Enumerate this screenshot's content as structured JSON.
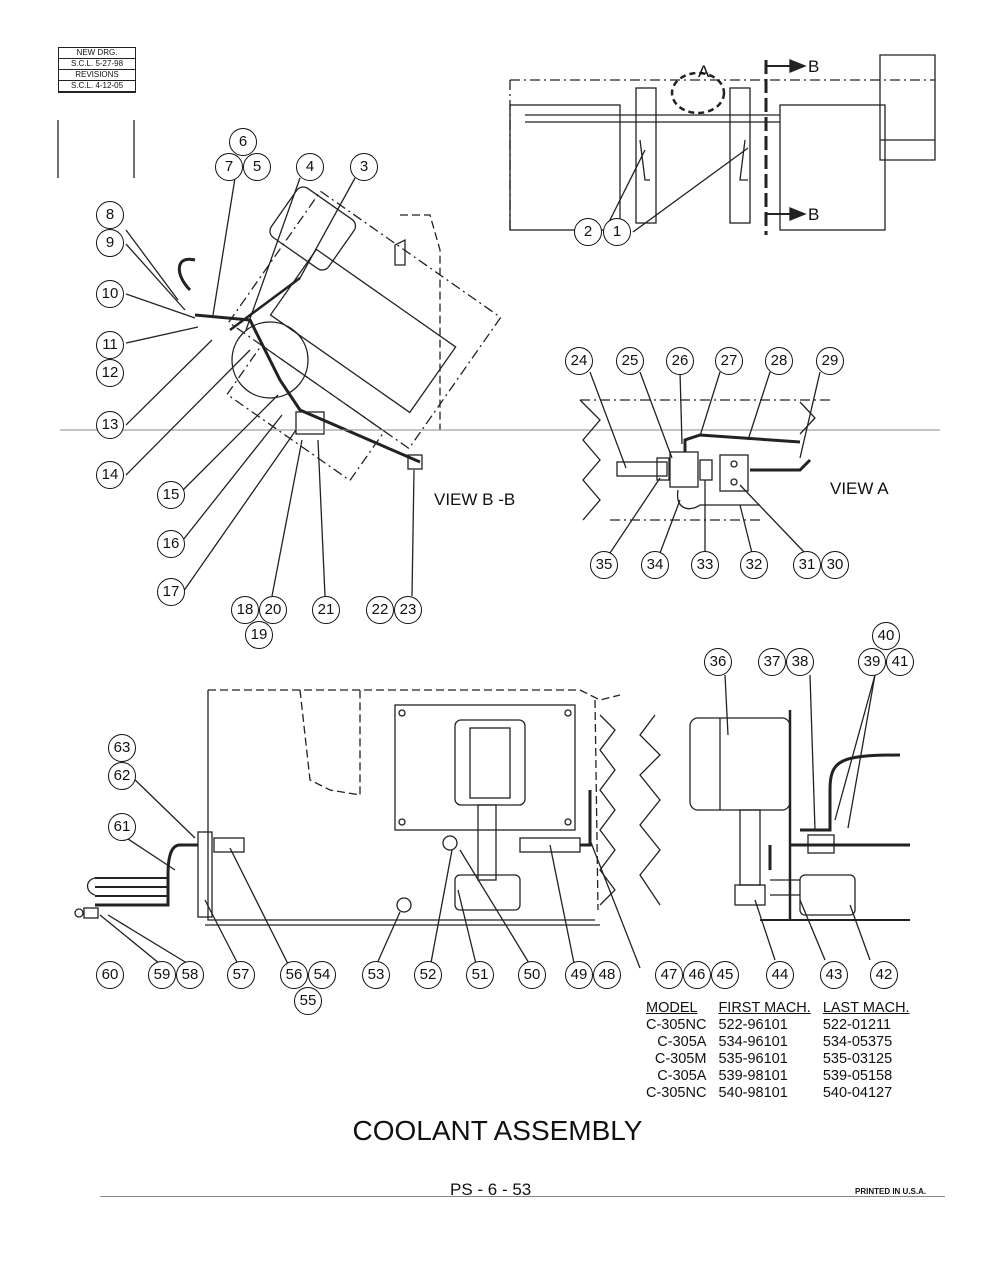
{
  "revision_block": {
    "rows": [
      "NEW DRG.",
      "S.C.L. 5-27-98",
      "REVISIONS",
      "S.C.L. 4-12-05"
    ]
  },
  "view_labels": {
    "section_a": "A",
    "section_b_top": "B",
    "section_b_bottom": "B",
    "view_bb": "VIEW B -B",
    "view_a": "VIEW A"
  },
  "callouts": [
    "1",
    "2",
    "3",
    "4",
    "5",
    "6",
    "7",
    "8",
    "9",
    "10",
    "11",
    "12",
    "13",
    "14",
    "15",
    "16",
    "17",
    "18",
    "19",
    "20",
    "21",
    "22",
    "23",
    "24",
    "25",
    "26",
    "27",
    "28",
    "29",
    "30",
    "31",
    "32",
    "33",
    "34",
    "35",
    "36",
    "37",
    "38",
    "39",
    "40",
    "41",
    "42",
    "43",
    "44",
    "45",
    "46",
    "47",
    "48",
    "49",
    "50",
    "51",
    "52",
    "53",
    "54",
    "55",
    "56",
    "57",
    "58",
    "59",
    "60",
    "61",
    "62",
    "63"
  ],
  "model_table": {
    "headers": [
      "MODEL",
      "FIRST MACH.",
      "LAST MACH."
    ],
    "rows": [
      [
        "C-305NC",
        "522-96101",
        "522-01211"
      ],
      [
        "C-305A",
        "534-96101",
        "534-05375"
      ],
      [
        "C-305M",
        "535-96101",
        "535-03125"
      ],
      [
        "C-305A",
        "539-98101",
        "539-05158"
      ],
      [
        "C-305NC",
        "540-98101",
        "540-04127"
      ]
    ]
  },
  "title": "COOLANT ASSEMBLY",
  "page_number": "PS - 6 - 53",
  "printed_note": "PRINTED IN U.S.A."
}
